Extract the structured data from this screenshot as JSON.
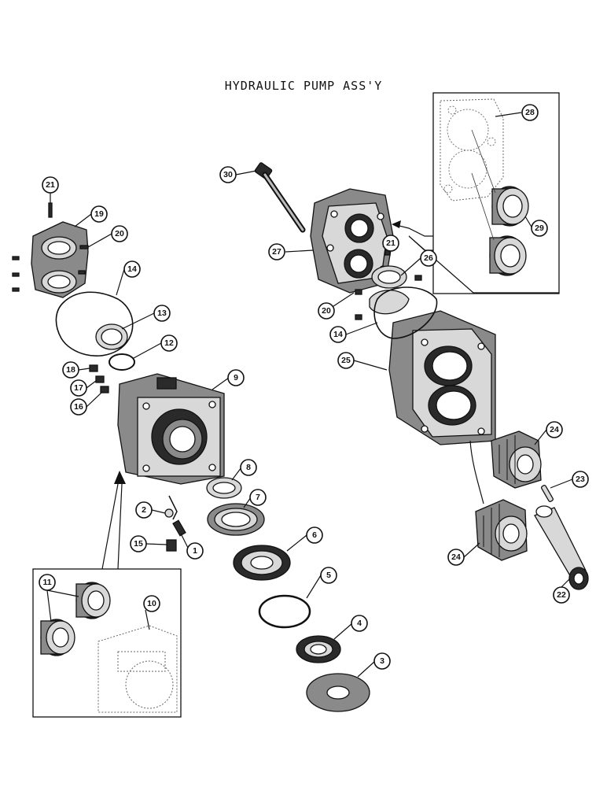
{
  "title": "HYDRAULIC PUMP ASS'Y",
  "callouts": [
    "1",
    "2",
    "3",
    "4",
    "5",
    "6",
    "7",
    "8",
    "9",
    "10",
    "11",
    "12",
    "13",
    "14",
    "15",
    "16",
    "17",
    "18",
    "19",
    "20",
    "21",
    "22",
    "23",
    "24",
    "25",
    "26",
    "27",
    "28",
    "29",
    "30"
  ],
  "labels": {
    "c1": "1",
    "c2": "2",
    "c3": "3",
    "c4": "4",
    "c5": "5",
    "c6": "6",
    "c7": "7",
    "c8": "8",
    "c9": "9",
    "c10": "10",
    "c11": "11",
    "c12": "12",
    "c13": "13",
    "c14a": "14",
    "c14b": "14",
    "c15": "15",
    "c16": "16",
    "c17": "17",
    "c18": "18",
    "c19": "19",
    "c20a": "20",
    "c20b": "20",
    "c21a": "21",
    "c21b": "21",
    "c22": "22",
    "c23": "23",
    "c24a": "24",
    "c24b": "24",
    "c25": "25",
    "c26": "26",
    "c27": "27",
    "c28": "28",
    "c29": "29",
    "c30": "30"
  }
}
